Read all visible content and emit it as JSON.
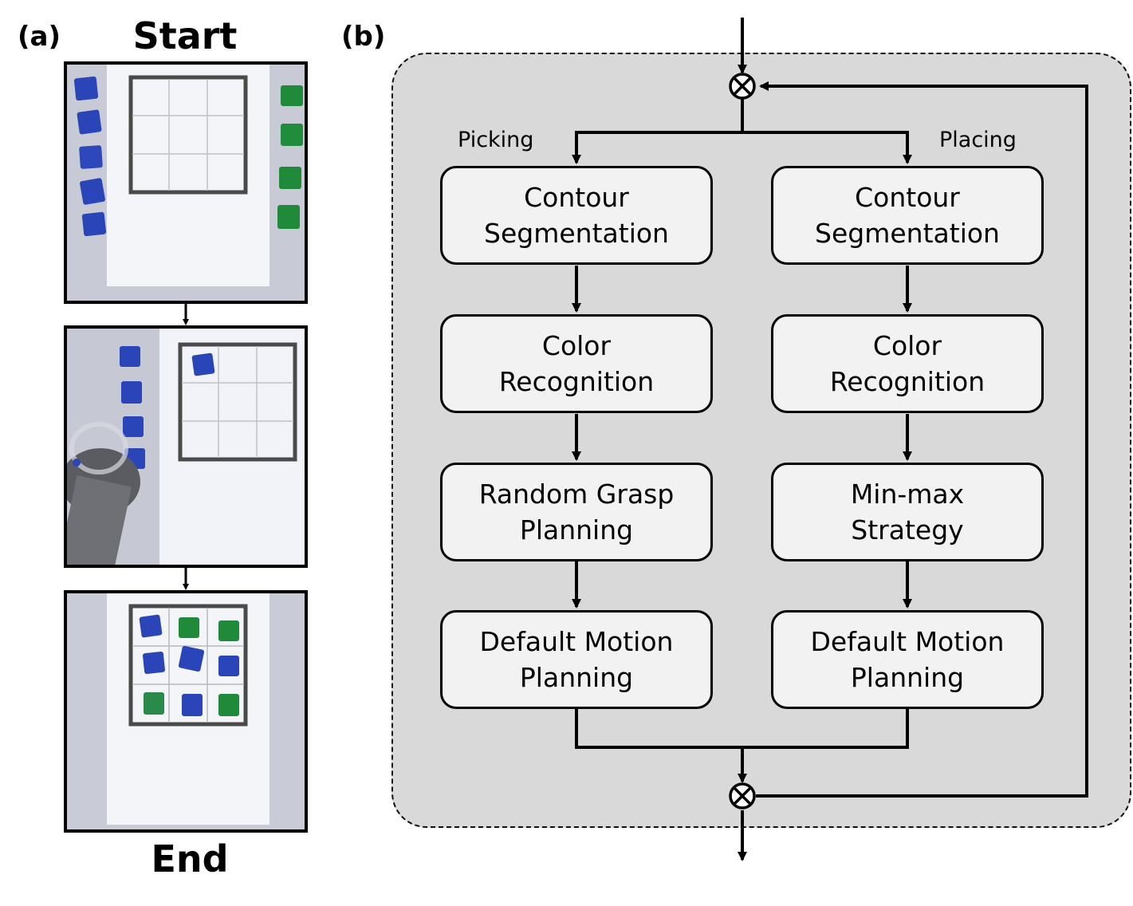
{
  "panel_a": {
    "label": "(a)",
    "start_label": "Start",
    "end_label": "End",
    "frames": [
      {
        "name": "start-frame",
        "blue_blocks": 5,
        "green_blocks": 4
      },
      {
        "name": "middle-frame",
        "blue_blocks": 5,
        "green_blocks": 0
      },
      {
        "name": "end-frame",
        "blue_blocks": 5,
        "green_blocks": 4
      }
    ],
    "colors": {
      "blue_block": "#2a45b8",
      "green_block": "#1e8a3a",
      "table": "#c9ccd6",
      "paper": "#f4f5f9",
      "grid_border": "#4a4a4a"
    }
  },
  "panel_b": {
    "label": "(b)",
    "left_branch": {
      "label": "Picking",
      "steps": [
        "Contour\nSegmentation",
        "Color\nRecognition",
        "Random Grasp\nPlanning",
        "Default Motion\nPlanning"
      ]
    },
    "right_branch": {
      "label": "Placing",
      "steps": [
        "Contour\nSegmentation",
        "Color\nRecognition",
        "Min-max\nStrategy",
        "Default Motion\nPlanning"
      ]
    },
    "colors": {
      "background": "#d9d9d9",
      "box_fill": "#f2f2f2",
      "line": "#000000"
    }
  }
}
